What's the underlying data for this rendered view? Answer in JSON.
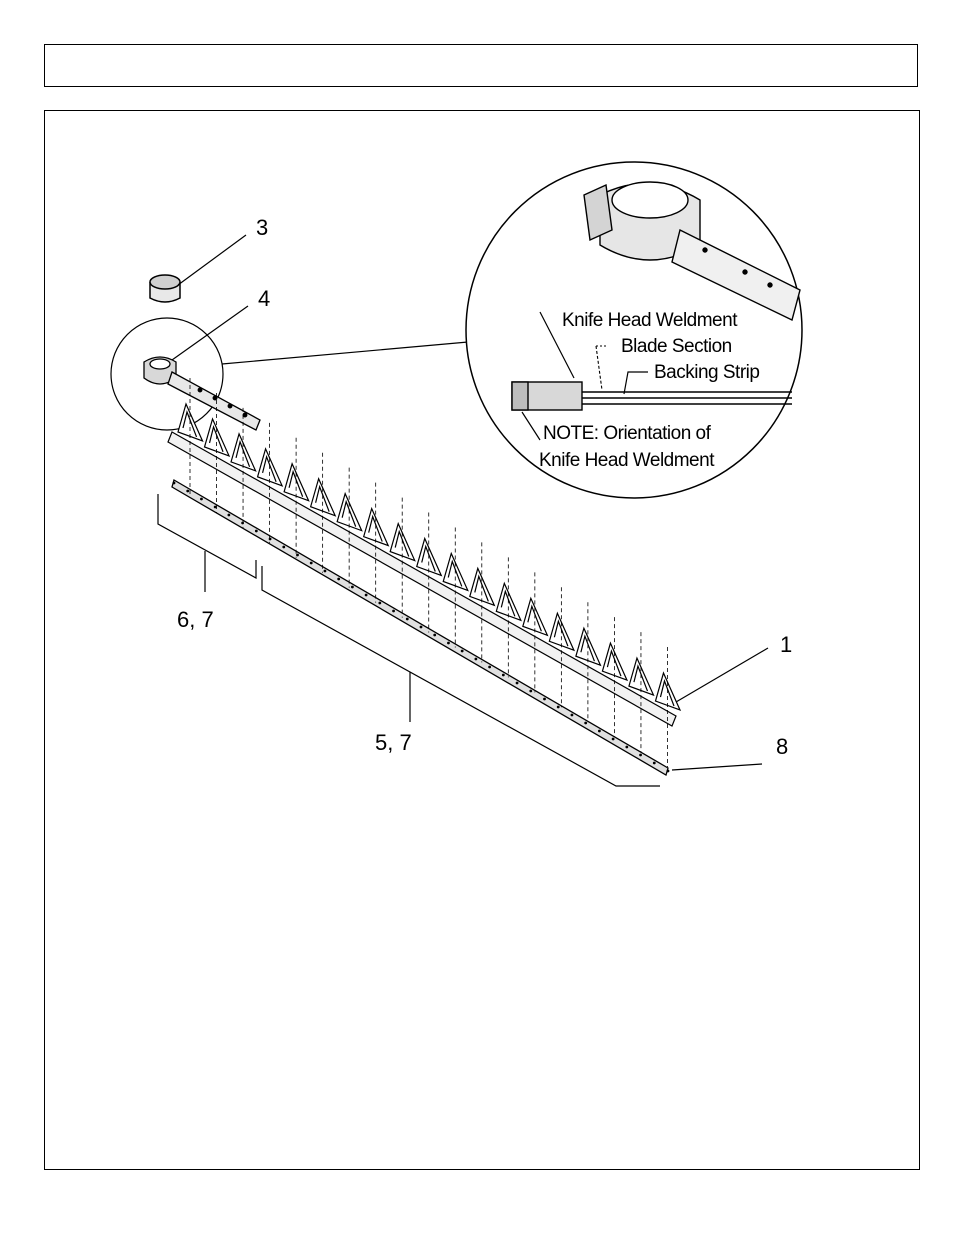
{
  "header": {
    "title": ""
  },
  "callouts": {
    "c1": "1",
    "c3": "3",
    "c4": "4",
    "c5_7": "5, 7",
    "c6_7": "6, 7",
    "c8": "8"
  },
  "inset": {
    "knife_head_weldment": "Knife Head Weldment",
    "blade_section": "Blade Section",
    "backing_strip": "Backing Strip",
    "note_line1": "NOTE: Orientation of",
    "note_line2": "Knife Head Weldment"
  }
}
